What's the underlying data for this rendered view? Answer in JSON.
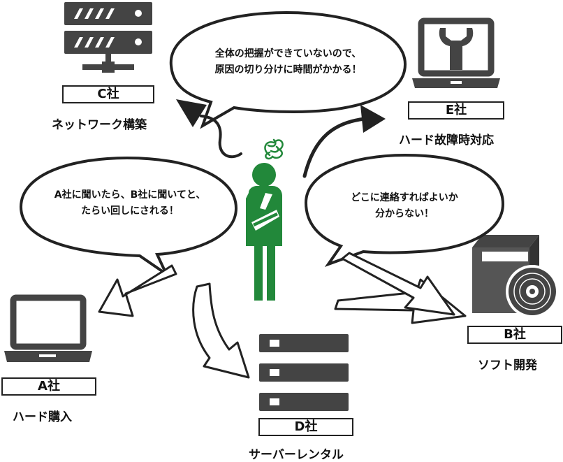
{
  "companies": {
    "a": {
      "box": "A社",
      "caption": "ハード購入"
    },
    "b": {
      "box": "B社",
      "caption": "ソフト開発"
    },
    "c": {
      "box": "C社",
      "caption": "ネットワーク構築"
    },
    "d": {
      "box": "D社",
      "caption": "サーバーレンタル"
    },
    "e": {
      "box": "E社",
      "caption": "ハード故障時対応"
    }
  },
  "bubbles": {
    "top": {
      "line1": "全体の把握ができていないので、",
      "line2": "原因の切り分けに時間がかかる！"
    },
    "left": {
      "line1": "A社に聞いたら、B社に聞いてと、",
      "line2": "たらい回しにされる！"
    },
    "right": {
      "line1": "どこに連絡すればよいか",
      "line2": "分からない！"
    }
  },
  "colors": {
    "person": "#22883a",
    "icon": "#444444",
    "outline": "#222222"
  }
}
